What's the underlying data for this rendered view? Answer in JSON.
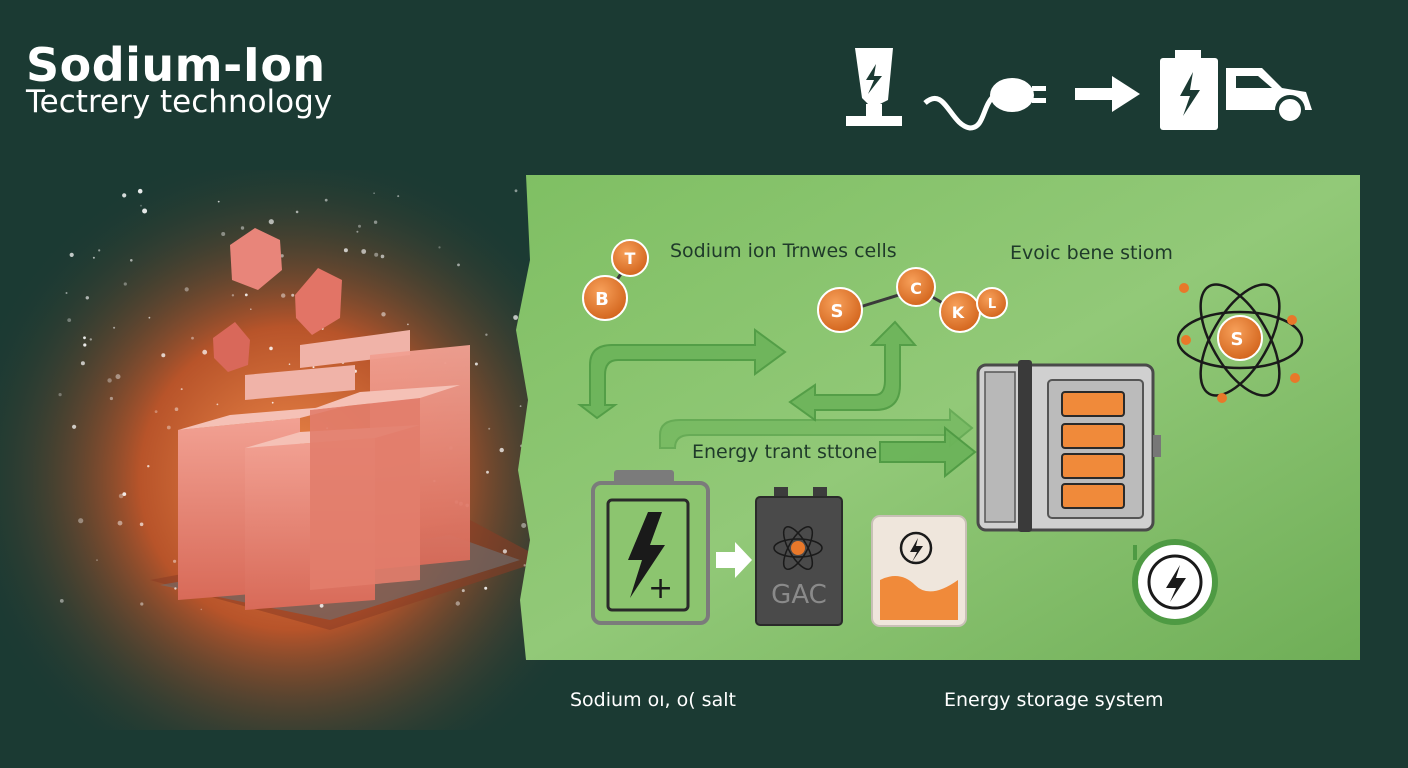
{
  "header": {
    "title": "Sodium-Ion",
    "subtitle": "Tectrery technology",
    "icons": [
      "charging-station-icon",
      "plug-icon",
      "arrow-right-icon",
      "battery-icon",
      "car-icon"
    ]
  },
  "diagram": {
    "labels": {
      "cells": "Sodium  ion Trnwes cells",
      "beneficial": "Evoic bene  stiom",
      "transfer": "Energy trant sttone",
      "salt": "Sodium oı, o( salt",
      "storage": "Energy storage system",
      "gac": "GAC"
    },
    "nodes": {
      "t": "T",
      "b": "B",
      "s1": "S",
      "c": "C",
      "k": "K",
      "l": "L",
      "atom_s": "S"
    },
    "colors": {
      "background": "#1b3a33",
      "panel": "#8cc56f",
      "node": "#e8782a",
      "salt": "#e87a6a",
      "arrow": "#5aa84a"
    }
  }
}
